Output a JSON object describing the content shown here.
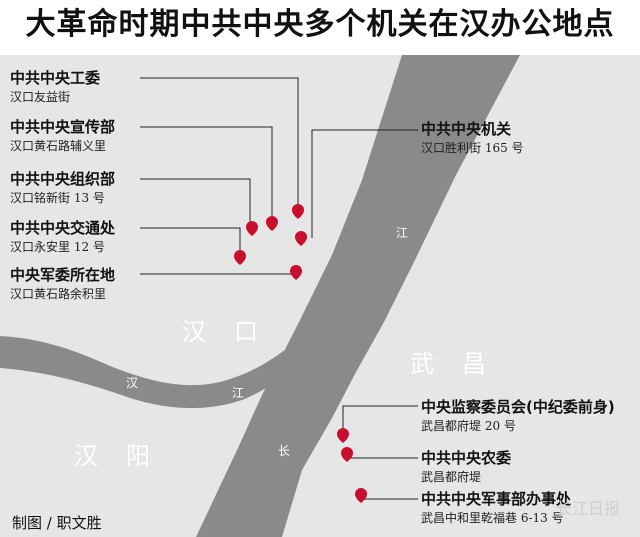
{
  "title": "大革命时期中共中央多个机关在汉办公地点",
  "areas": {
    "hankou": "汉口",
    "wuchang": "武昌",
    "hanyang": "汉阳"
  },
  "rivers": {
    "han_char1": "汉",
    "han_char2": "江",
    "yangtze_char1": "长",
    "yangtze_char2": "江"
  },
  "locations": [
    {
      "name": "中共中央工委",
      "address": "汉口友益街"
    },
    {
      "name": "中共中央宣传部",
      "address": "汉口黄石路辅义里"
    },
    {
      "name": "中共中央组织部",
      "address": "汉口铭新街 13 号"
    },
    {
      "name": "中共中央交通处",
      "address": "汉口永安里 12 号"
    },
    {
      "name": "中央军委所在地",
      "address": "汉口黄石路余积里"
    },
    {
      "name": "中共中央机关",
      "address": "汉口胜利街 165 号"
    },
    {
      "name": "中央监察委员会(中纪委前身)",
      "address": "武昌都府堤 20 号"
    },
    {
      "name": "中共中央农委",
      "address": "武昌都府堤"
    },
    {
      "name": "中共中央军事部办事处",
      "address": "武昌中和里乾福巷 6-13 号"
    }
  ],
  "credit": "制图 / 职文胜",
  "watermark": "长江日报",
  "colors": {
    "land": "#e6e6e6",
    "water": "#8a8a8a",
    "marker": "#c8102e",
    "leader": "#222222"
  }
}
